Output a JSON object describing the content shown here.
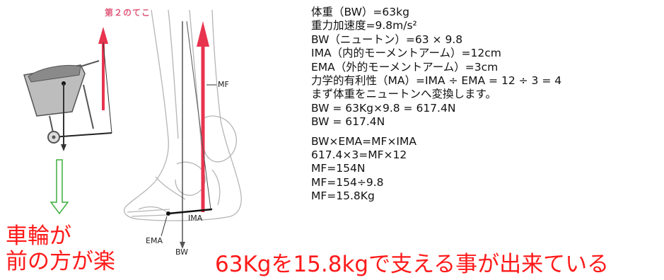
{
  "figure": {
    "title": "第２のてこ",
    "mf_label": "MF",
    "ima_label": "IMA",
    "ema_label": "EMA",
    "bw_label": "BW",
    "colors": {
      "red": "#e8344f",
      "green": "#3fae3f",
      "line": "#444444"
    }
  },
  "calculation": {
    "lines": [
      "体重（BW）=63kg",
      "重力加速度=9.8m/s²",
      "BW（ニュートン）=63 × 9.8",
      "IMA（内的モーメントアーム）=12cm",
      "EMA（外的モーメントアーム）=3cm",
      "力学的有利性（MA）=IMA ÷ EMA = 12 ÷ 3 = 4",
      "まず体重をニュートンへ変換します。",
      "BW = 63Kg×9.8 = 617.4N",
      "BW = 617.4N"
    ],
    "lines2": [
      "BW×EMA=MF×IMA",
      "617.4×3=MF×12",
      "MF=154N",
      "MF=154÷9.8",
      "MF=15.8Kg"
    ]
  },
  "notes": {
    "left_line1": "車輪が",
    "left_line2": "前の方が楽",
    "bottom": "63Kgを15.8kgで支える事が出来ている"
  }
}
